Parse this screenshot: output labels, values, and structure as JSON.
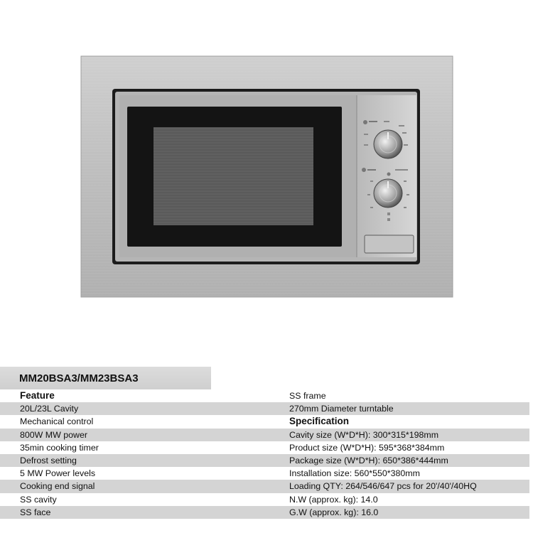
{
  "product": {
    "model": "MM20BSA3/MM23BSA3",
    "image_label": "built-in microwave oven"
  },
  "spec_table": {
    "rows": [
      {
        "left": "Feature",
        "right": "SS frame",
        "left_heading": true,
        "right_heading": false,
        "shaded": false
      },
      {
        "left": "20L/23L Cavity",
        "right": "270mm Diameter turntable",
        "left_heading": false,
        "right_heading": false,
        "shaded": true
      },
      {
        "left": "Mechanical control",
        "right": "Specification",
        "left_heading": false,
        "right_heading": true,
        "shaded": false
      },
      {
        "left": "800W MW power",
        "right": "Cavity size (W*D*H): 300*315*198mm",
        "left_heading": false,
        "right_heading": false,
        "shaded": true
      },
      {
        "left": "35min cooking timer",
        "right": "Product size (W*D*H): 595*368*384mm",
        "left_heading": false,
        "right_heading": false,
        "shaded": false
      },
      {
        "left": "Defrost setting",
        "right": "Package size (W*D*H): 650*386*444mm",
        "left_heading": false,
        "right_heading": false,
        "shaded": true
      },
      {
        "left": "5 MW Power levels",
        "right": "Installation size: 560*550*380mm",
        "left_heading": false,
        "right_heading": false,
        "shaded": false
      },
      {
        "left": "Cooking end signal",
        "right": "Loading QTY: 264/546/647 pcs for 20'/40'/40HQ",
        "left_heading": false,
        "right_heading": false,
        "shaded": true
      },
      {
        "left": "SS cavity",
        "right": "N.W (approx. kg): 14.0",
        "left_heading": false,
        "right_heading": false,
        "shaded": false
      },
      {
        "left": "SS face",
        "right": "G.W (approx. kg): 16.0",
        "left_heading": false,
        "right_heading": false,
        "shaded": true
      }
    ]
  },
  "colors": {
    "steel_light": "#c9c9c9",
    "steel_dark": "#a4a4a4",
    "door_black": "#141414",
    "window_grey": "#5a5a5a",
    "row_shade": "#d4d4d4"
  }
}
